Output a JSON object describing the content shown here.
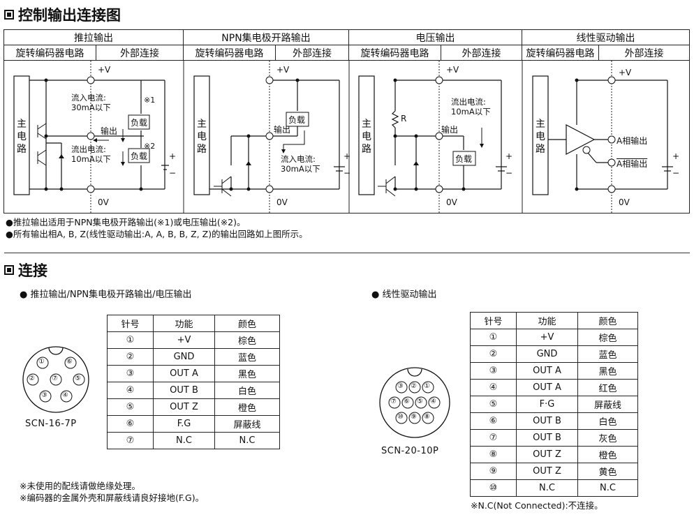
{
  "section1": {
    "title": "控制输出连接图"
  },
  "columns": [
    {
      "title": "推拉输出",
      "sub_left": "旋转编码器电路",
      "sub_right": "外部连接"
    },
    {
      "title": "NPN集电极开路输出",
      "sub_left": "旋转编码器电路",
      "sub_right": "外部连接"
    },
    {
      "title": "电压输出",
      "sub_left": "旋转编码器电路",
      "sub_right": "外部连接"
    },
    {
      "title": "线性驱动输出",
      "sub_left": "旋转编码器电路",
      "sub_right": "外部连接"
    }
  ],
  "circuit_labels": {
    "main_circuit": [
      "主",
      "电",
      "路"
    ],
    "plus_v": "+V",
    "zero_v": "0V",
    "output": "输出",
    "load": "负载",
    "inflow_current": "流入电流:",
    "inflow_30": "30mA以下",
    "outflow_current": "流出电流:",
    "outflow_10": "10mA以下",
    "note1": "※1",
    "note2": "※2",
    "resistor": "R",
    "a_output": "A相输出",
    "a_bar_output": "A相输出",
    "plus": "+",
    "minus": "−"
  },
  "notes": [
    "●推拉输出适用于NPN集电极开路输出(※1)或电压输出(※2)。",
    "●所有输出相A, B, Z(线性驱动输出:A, A, B, B, Z, Z)的输出回路如上图所示。"
  ],
  "section2": {
    "title": "连接"
  },
  "left_block": {
    "bullet": "● 推拉输出/NPN集电极开路输出/电压输出",
    "connector_label": "SCN-16-7P",
    "pin_numbers": [
      "①",
      "②",
      "③",
      "④",
      "⑤",
      "⑥",
      "⑦"
    ],
    "headers": [
      "针号",
      "功能",
      "颜色"
    ],
    "rows": [
      [
        "①",
        "+V",
        "棕色"
      ],
      [
        "②",
        "GND",
        "蓝色"
      ],
      [
        "③",
        "OUT A",
        "黑色"
      ],
      [
        "④",
        "OUT B",
        "白色"
      ],
      [
        "⑤",
        "OUT Z",
        "橙色"
      ],
      [
        "⑥",
        "F.G",
        "屏蔽线"
      ],
      [
        "⑦",
        "N.C",
        "N.C"
      ]
    ]
  },
  "right_block": {
    "bullet": "● 线性驱动输出",
    "connector_label": "SCN-20-10P",
    "pin_numbers": [
      "①",
      "②",
      "③",
      "④",
      "⑤",
      "⑥",
      "⑦",
      "⑧",
      "⑨",
      "⑩"
    ],
    "headers": [
      "针号",
      "功能",
      "颜色"
    ],
    "rows": [
      [
        "①",
        "+V",
        "棕色"
      ],
      [
        "②",
        "GND",
        "蓝色"
      ],
      [
        "③",
        "OUT A",
        "黑色"
      ],
      [
        "④",
        "OUT A",
        "红色"
      ],
      [
        "⑤",
        "F·G",
        "屏蔽线"
      ],
      [
        "⑥",
        "OUT B",
        "白色"
      ],
      [
        "⑦",
        "OUT B",
        "灰色"
      ],
      [
        "⑧",
        "OUT Z",
        "橙色"
      ],
      [
        "⑨",
        "OUT Z",
        "黄色"
      ],
      [
        "⑩",
        "N.C",
        "N.C"
      ]
    ]
  },
  "footnotes_left": [
    "※未使用的配线请做绝缘处理。",
    "※编码器的金属外壳和屏蔽线请良好接地(F.G)。"
  ],
  "footnote_right": "※N.C(Not Connected):不连接。"
}
